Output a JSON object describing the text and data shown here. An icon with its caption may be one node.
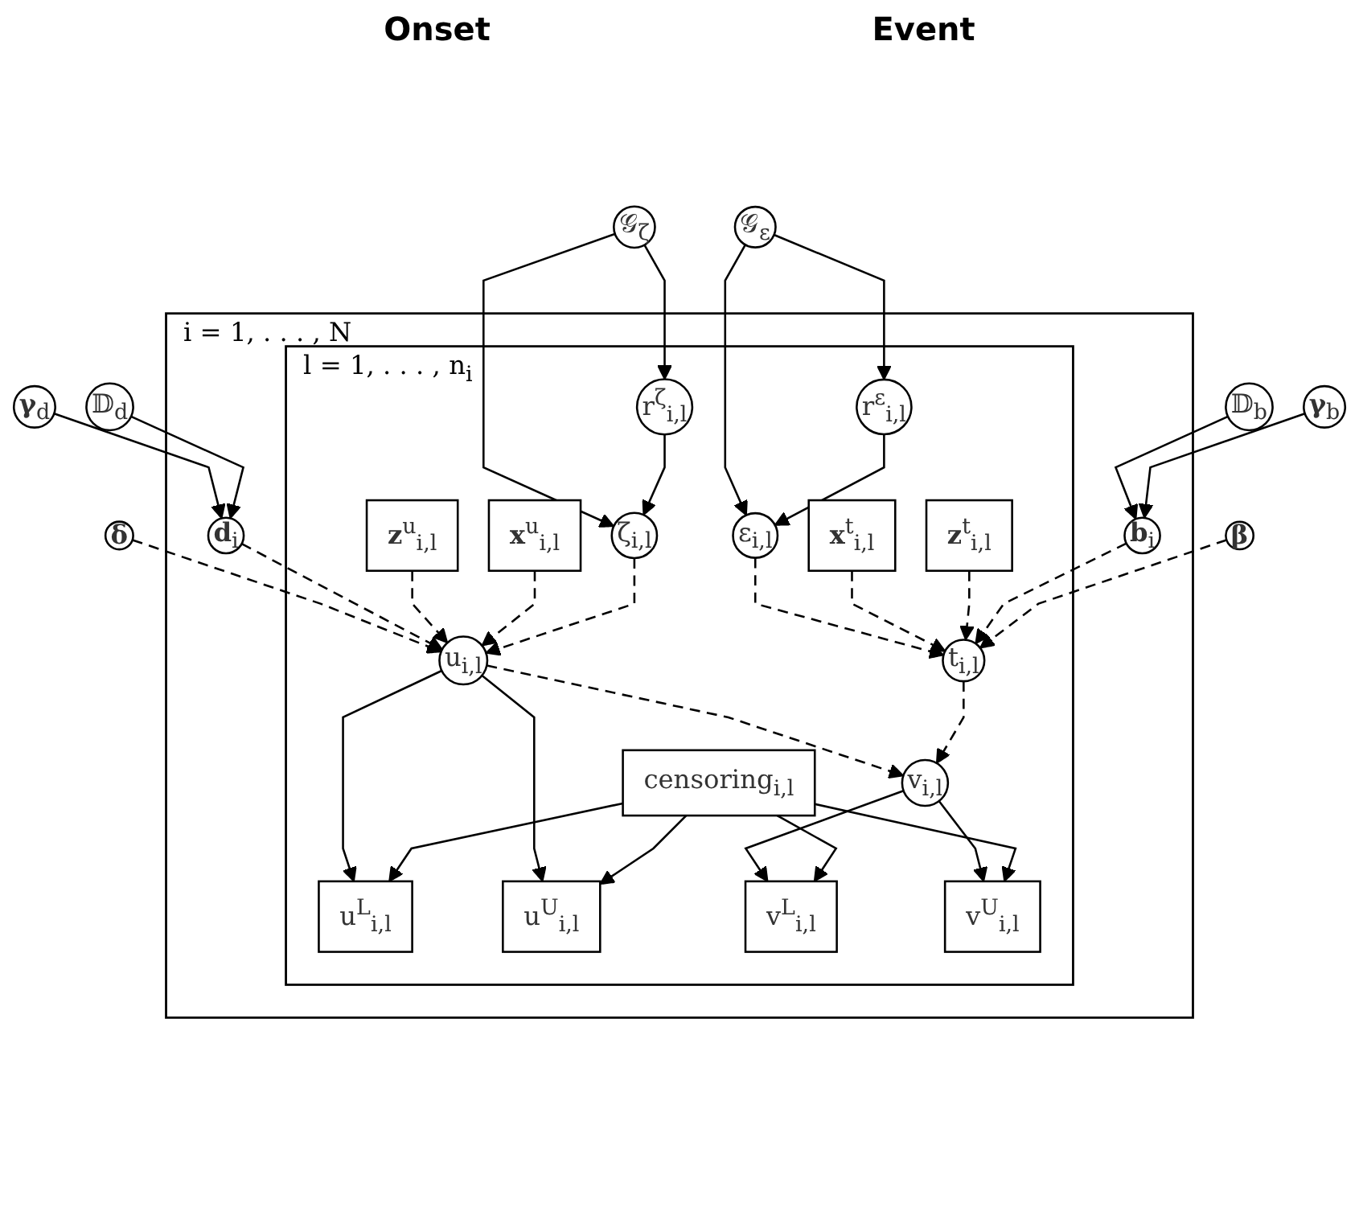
{
  "diagram": {
    "nodes": [
      {
        "text": [
          "**γ**$_{d}$"
        ]
      },
      {
        "text": [
          "𝔻$_{d}$"
        ]
      },
      {
        "text": [
          "𝒢$_{ζ}$"
        ]
      },
      {
        "text": [
          "𝒢$_{ε}$"
        ]
      },
      {
        "text": [
          "𝔻$_{b}$"
        ]
      },
      {
        "text": [
          "**γ**$_{b}$"
        ]
      },
      {
        "text": [
          "**δ**"
        ]
      },
      {
        "text": [
          "**β**"
        ]
      },
      {
        "text": [
          "i = 1, . . . , N"
        ]
      },
      {
        "text": [
          "**d**$_{i}$"
        ],
        "in": 8
      },
      {
        "text": [
          "**b**$_{i}$"
        ],
        "in": 8
      },
      {
        "text": [
          "l = 1, . . . , n$_{i}$"
        ],
        "in": 8
      },
      {
        "text": [
          "r$^{ζ}$$_{i,l}$"
        ],
        "in": 11
      },
      {
        "text": [
          "r$^{ε}$$_{i,l}$"
        ],
        "in": 11
      },
      {
        "text": [
          "**z**$^{u}$$_{i,l}$"
        ],
        "in": 11
      },
      {
        "text": [
          "**x**$^{u}$$_{i,l}$"
        ],
        "in": 11
      },
      {
        "text": [
          "ζ$_{i,l}$"
        ],
        "in": 11
      },
      {
        "text": [
          "ε$_{i,l}$"
        ],
        "in": 11
      },
      {
        "text": [
          "**x**$^{t}$$_{i,l}$"
        ],
        "in": 11
      },
      {
        "text": [
          "**z**$^{t}$$_{i,l}$"
        ],
        "in": 11
      },
      {
        "text": [
          "u$_{i,l}$"
        ],
        "in": 11
      },
      {
        "text": [
          "t$_{i,l}$"
        ],
        "in": 11
      },
      {
        "text": [
          "v$_{i,l}$"
        ],
        "in": 11
      },
      {
        "text": [
          "u$^{L}$$_{i,l}$"
        ],
        "in": 11
      },
      {
        "text": [
          "u$^{U}$$_{i,l}$"
        ],
        "in": 11
      },
      {
        "text": [
          "v$^{L}$$_{i,l}$"
        ],
        "in": 11
      },
      {
        "text": [
          "v$^{U}$$_{i,l}$"
        ],
        "in": 11
      },
      {
        "text": [
          "censoring$_{i,l}$"
        ],
        "in": 11
      }
    ],
    "edges": [
      {
        "from": 0,
        "to": 9,
        "arrow": "to"
      },
      {
        "from": 1,
        "to": 9,
        "arrow": "to"
      },
      {
        "from": 2,
        "to": 12,
        "arrow": "to"
      },
      {
        "from": 2,
        "to": 16,
        "arrow": "to"
      },
      {
        "from": 12,
        "to": 16,
        "arrow": "to"
      },
      {
        "from": 3,
        "to": 13,
        "arrow": "to"
      },
      {
        "from": 3,
        "to": 17,
        "arrow": "to"
      },
      {
        "from": 13,
        "to": 17,
        "arrow": "to"
      },
      {
        "from": 4,
        "to": 10,
        "arrow": "to"
      },
      {
        "from": 5,
        "to": 10,
        "arrow": "to"
      },
      {
        "from": 6,
        "to": 20,
        "arrow": "to",
        "style": "dashed"
      },
      {
        "from": 9,
        "to": 20,
        "arrow": "to",
        "style": "dashed"
      },
      {
        "from": 14,
        "to": 20,
        "arrow": "to",
        "style": "dashed"
      },
      {
        "from": 15,
        "to": 20,
        "arrow": "to",
        "style": "dashed"
      },
      {
        "from": 16,
        "to": 20,
        "arrow": "to",
        "style": "dashed"
      },
      {
        "from": 17,
        "to": 21,
        "arrow": "to",
        "style": "dashed"
      },
      {
        "from": 18,
        "to": 21,
        "arrow": "to",
        "style": "dashed"
      },
      {
        "from": 19,
        "to": 21,
        "arrow": "to",
        "style": "dashed"
      },
      {
        "from": 10,
        "to": 21,
        "arrow": "to",
        "style": "dashed"
      },
      {
        "from": 7,
        "to": 21,
        "arrow": "to",
        "style": "dashed"
      },
      {
        "from": 20,
        "to": 22,
        "arrow": "to",
        "style": "dashed"
      },
      {
        "from": 21,
        "to": 22,
        "arrow": "to",
        "style": "dashed"
      },
      {
        "from": 20,
        "to": 23,
        "arrow": "to"
      },
      {
        "from": 20,
        "to": 24,
        "arrow": "to"
      },
      {
        "from": 22,
        "to": 25,
        "arrow": "to"
      },
      {
        "from": 22,
        "to": 26,
        "arrow": "to"
      },
      {
        "from": 27,
        "to": 23,
        "arrow": "to"
      },
      {
        "from": 27,
        "to": 24,
        "arrow": "to"
      },
      {
        "from": 27,
        "to": 25,
        "arrow": "to"
      },
      {
        "from": 27,
        "to": 26,
        "arrow": "to"
      }
    ],
    "labels": [
      "Onset",
      "Event"
    ]
  }
}
